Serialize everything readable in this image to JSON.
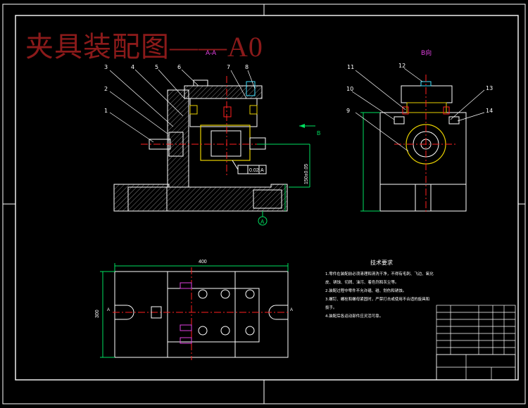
{
  "drawing": {
    "title": "夹具装配图——A0",
    "section_view_label": "A-A",
    "side_view_label": "B向",
    "arrow_label": "B",
    "datum_label": "A",
    "tolerance_value": "0.02",
    "tolerance_datum": "A",
    "vertical_dim": "150±0.05",
    "plan_width_dim": "400",
    "plan_height_dim": "300",
    "section_cut_left": "A",
    "section_cut_right": "A"
  },
  "balloons": {
    "front": [
      "1",
      "2",
      "3",
      "4",
      "5",
      "6",
      "7",
      "8"
    ],
    "side": [
      "9",
      "10",
      "11",
      "12",
      "13",
      "14"
    ]
  },
  "tech_requirements": {
    "heading": "技术要求",
    "items": [
      "1.零件在装配前必须清理和清洗干净，不得有毛刺、飞边、氧化",
      "皮、锈蚀、切屑、油污、着色剂和灰尘等。",
      "2.装配过程中零件不允许磕、碰、划伤和锈蚀。",
      "3.螺钉、螺栓和螺母紧固时，严禁打击或使用不合适的旋具和",
      "扳手。",
      "4.装配后各运动部件应灵活可靠。"
    ]
  },
  "colors": {
    "title": "#8b1a1a",
    "outline": "#ffffff",
    "center_line": "#ff2020",
    "dimension": "#00e060",
    "part_yellow": "#e8d000",
    "accent_magenta": "#e040e0",
    "cyan": "#40e0ff"
  }
}
